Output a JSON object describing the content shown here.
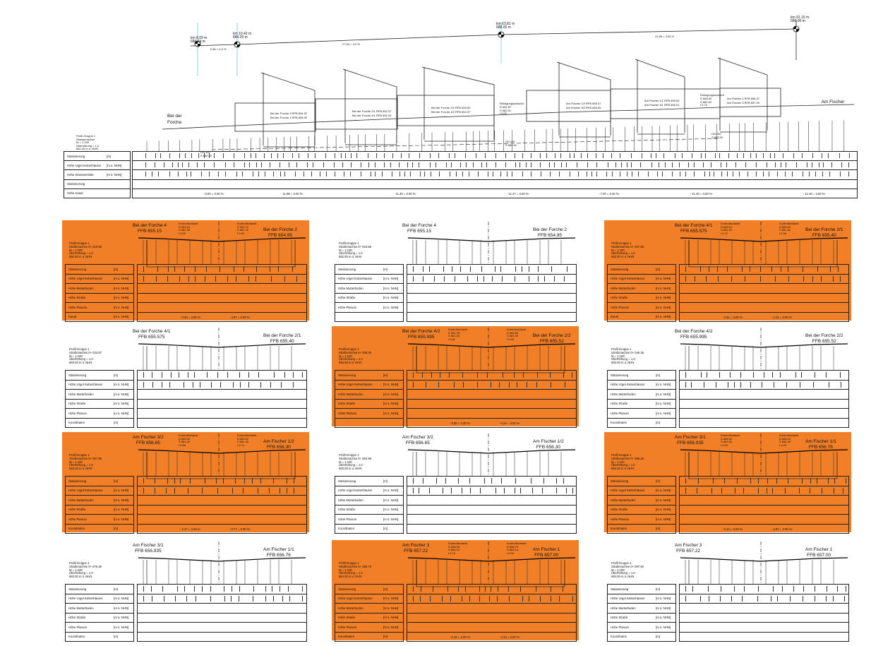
{
  "longitudinal": {
    "stations": [
      {
        "km": "km 8.09 m",
        "elev": "684.24 m"
      },
      {
        "km": "km 10.42 m",
        "elev": "684.20 m"
      },
      {
        "km": "km 63.81 m",
        "elev": "688.00 m"
      },
      {
        "km": "km 91.10 m",
        "elev": "689.00 m"
      }
    ],
    "grades": [
      "0.84 = 4.0 %",
      "27.00 = 4.0 %",
      "41.89 = 3.00 %"
    ],
    "street_left": "Bei der Forche",
    "street_right": "Am Fischer",
    "buildings": [
      [
        "Bei der Forche 3 RFB 654.52",
        "Bei der Forche 4 RFB 655.00"
      ],
      [
        "Bei der Forche 2/1 RFB 652.37",
        "Bei der Forche 4/1 RFB 652.43"
      ],
      [
        "Bei der Forche 2/2 RFB 652.50",
        "Bei der Forche 4/2 RFB 652.37"
      ],
      [
        "Am Fischer 1/2 RFB 655.37",
        "Am Fischer 3/2 RFB 655.00"
      ],
      [
        "Am Fischer 1/1 RFB 655.00",
        "Am Fischer 3/1 RFB 656.01"
      ],
      [
        "Am Fischer 1 RFB 656.37",
        "Am Fischer 3 RFB 657.00"
      ]
    ],
    "manholes": [
      "Reinigungsschacht\nD 682.87\nS 682.01\nt 0.00",
      "Reinigungsschacht\nD 683.00\nS 682.00\nt 0.72"
    ],
    "pipes": [
      "DN 300\nS 682.00",
      "DN 100\nS 682.01",
      "DN 100\nS 683.00"
    ],
    "info": "Profil-Gruppe 1\nStrassenachse\nM = 1:100\nÜberhöhung = 1.0\n681.00 m ü. NHN",
    "rows": [
      {
        "label": "Stationierung",
        "unit": "[m]"
      },
      {
        "label": "Höhe  Urgel Kettenhäuser",
        "unit": "[m ü. NHN]"
      },
      {
        "label": "Höhe  Strassenmitte",
        "unit": "[m ü. NHN]"
      },
      {
        "label": "Stationierung",
        "unit": ""
      },
      {
        "label": "Höhe  Kanal",
        "unit": ""
      }
    ],
    "kanal_slopes": [
      "- 0.00 = 3.00 %-",
      "- 11.88 = 3.00 %-",
      "- 11.40 = 3.00 %-",
      "- 11.27 = 3.00 %-",
      "- 7.00 = 3.00 %-",
      "- 11.40 = 3.00 %-",
      "- 11.40 = 3.00 %-"
    ]
  },
  "colors": {
    "highlight": "#F07F27",
    "line": "#222222",
    "axis": "#7fc7d6"
  },
  "panels": [
    {
      "highlight": true,
      "left": "Bei der Forche 4\nFFB 655.15",
      "right": "Bei der Forche 2\nFFB 654.95",
      "info": "Profil-Gruppe 1\nStraßenachse 0+ 018.58\nM = 1:100\nÜberhöhung = 1.0\n682.00 m ü. NHN",
      "last_row": "Kanal",
      "last_unit": "[m ü. NHN]",
      "slopes": [
        "- 0.00 = 3.00 %-",
        "- 4.87 = 3.00 %-"
      ],
      "manholes": [
        "Kontrollschacht\nD 684.01\nS 681.30\nt 0.00",
        "Kontrollschacht\nD 684.70\nS 681.22\nt 0.00"
      ]
    },
    {
      "highlight": false,
      "left": "Bei der Forche 4\nFFB 655.15",
      "right": "Bei der Forche 2\nFFB 654.95",
      "info": "Profil-Gruppe 1\nStraßenachse 0+ 023.58\nM = 1:100\nÜberhöhung = 1.0\n682.00 m ü. NHN",
      "last_row": "",
      "last_unit": "",
      "slopes": [],
      "manholes": []
    },
    {
      "highlight": true,
      "left": "Bei der Forche 4/1\nFFB 655.575",
      "right": "Bei der Forche 2/1\nFFB 655.40",
      "info": "Profil-Gruppe 1\nStraßenachse 0+ 027.58\nM = 1:100\nÜberhöhung = 1.0\n682.00 m ü. NHN",
      "last_row": "Kanal",
      "last_unit": "[m ü. NHN]",
      "slopes": [
        "- 2.61 = 3.00 %-",
        "- 4.42 = 3.00 %-"
      ],
      "manholes": [
        "Kontrollschacht\nD 683.01\nS 681.61\nt 0.72",
        "Kontrollschacht\nD 683.00\nS 681.61\nt 0.00"
      ]
    },
    {
      "highlight": false,
      "left": "Bei der Forche 4/1\nFFB 655.575",
      "right": "Bei der Forche 2/1\nFFB 655.40",
      "info": "Profil-Gruppe 1\nStraßenachse 0+ 034.87\nM = 1:100\nÜberhöhung = 1.0\n683.00 m ü. NHN",
      "last_row": "Koordinaten",
      "last_unit": "[m]",
      "slopes": [],
      "manholes": []
    },
    {
      "highlight": true,
      "left": "Bei der Forche 4/2\nFFB 655.995",
      "right": "Bei der Forche 2/2\nFFB 655.52",
      "info": "Profil-Gruppe 1\nStraßenachse 0+ 039.38\nM = 1:100\nÜberhöhung = 1.0\n683.00 m ü. NHN",
      "last_row": "",
      "last_unit": "",
      "slopes": [
        "- 0.80 = 3.00 %-",
        "- 0.24 = 3.00 %-"
      ],
      "manholes": [
        "Kontrollschacht\nD 682.78\nS 681.20\nt 0.81",
        "Kontrollschacht\nD 682.82\nS 681.20\nt 0.00"
      ]
    },
    {
      "highlight": false,
      "left": "Bei der Forche 4/2\nFFB 655.995",
      "right": "Bei der Forche 2/2\nFFB 655.52",
      "info": "Profil-Gruppe 1\nStraßenachse 0+ 046.35\nM = 1:100\nÜberhöhung = 1.0\n683.00 m ü. NHN",
      "last_row": "Koordinaten",
      "last_unit": "[m]",
      "slopes": [],
      "manholes": []
    },
    {
      "highlight": true,
      "left": "Am Fischer 3/2\nFFB 656.65",
      "right": "Am Fischer 1/2\nFFB 656.30",
      "info": "Profil-Gruppe 1\nStraßenachse 0+ 057.89\nM = 1:100\nÜberhöhung = 1.0\n683.00 m ü. NHN",
      "last_row": "Koordinaten",
      "last_unit": "[m]",
      "slopes": [
        "- 2.47 = 3.00 %-",
        "- 0.77 = 3.00 %-"
      ],
      "manholes": [
        "Kontrollschacht\nD 683.00\nS 681.40\nt 0.80",
        "Kontrollschacht\nD 683.22\nS 681.40\nt 0.71"
      ]
    },
    {
      "highlight": false,
      "left": "Am Fischer 3/2\nFFB 656.65",
      "right": "Am Fischer 1/2\nFFB 656.30",
      "info": "Profil-Gruppe 1\nStraßenachse 0+ 064.98\nM = 1:100\nÜberhöhung = 1.0\n683.00 m ü. NHN",
      "last_row": "Koordinaten",
      "last_unit": "[m]",
      "slopes": [],
      "manholes": []
    },
    {
      "highlight": true,
      "left": "Am Fischer 3/1\nFFB 656.935",
      "right": "Am Fischer 1/1\nFFB 656.76",
      "info": "Profil-Gruppe 1\nStraßenachse 0+ 068.28\nM = 1:100\nÜberhöhung = 1.0\n684.00 m ü. NHN",
      "last_row": "Koordinaten",
      "last_unit": "[m]",
      "slopes": [
        "- 0.24 = 3.00 %-",
        "- 4.87 = 3.00 %-"
      ],
      "manholes": [
        "Kontrollschacht\nD 686.00\nS 683.33\nt 0.00",
        "Kontrollschacht\nD 686.00\nS 683.33\nt 0.00"
      ]
    },
    {
      "highlight": false,
      "left": "Am Fischer 3/1\nFFB 656.935",
      "right": "Am Fischer 1/1\nFFB 656.76",
      "info": "Profil-Gruppe 1\nStraßenachse 0+ 076.28\nM = 1:100\nÜberhöhung = 1.0\n684.00 m ü. NHN",
      "last_row": "Koordinaten",
      "last_unit": "[m]",
      "slopes": [],
      "manholes": []
    },
    {
      "highlight": true,
      "left": "Am Fischer 3\nFFB 657.22",
      "right": "Am Fischer 1\nFFB 657.00",
      "info": "Profil-Gruppe 1\nStraßenachse 0+ 085.79\nM = 1:100\nÜberhöhung = 1.0\n684.00 m ü. NHN",
      "last_row": "Koordinaten",
      "last_unit": "[m]",
      "slopes": [
        "- 0.18 = 3.00 %-",
        "- 4.16 = 3.00 %-"
      ],
      "manholes": [
        "Kontrollschacht\nD 686.32\nS 683.10\nt 0.72",
        "Kontrollschacht\nD 686.70\nS 683.13\nt 0.00"
      ]
    },
    {
      "highlight": false,
      "left": "Am Fischer 3\nFFB 657.22",
      "right": "Am Fischer 1\nFFB 657.00",
      "info": "Profil-Gruppe 1\nStraßenachse 0+ 087.60\nM = 1:100\nÜberhöhung = 1.0\n684.00 m ü. NHN",
      "last_row": "Koordinaten",
      "last_unit": "[m]",
      "slopes": [],
      "manholes": []
    }
  ],
  "panel_rows": [
    {
      "label": "Stationierung",
      "unit": "[m]"
    },
    {
      "label": "Höhe  Urgel Kettenhäuser",
      "unit": "[m ü. NHN]"
    },
    {
      "label": "Höhe Mutterboden",
      "unit": "[m ü. NHN]"
    },
    {
      "label": "Höhe Straße",
      "unit": "[m ü. NHN]"
    },
    {
      "label": "Höhe Planum",
      "unit": "[m ü. NHN]"
    }
  ]
}
